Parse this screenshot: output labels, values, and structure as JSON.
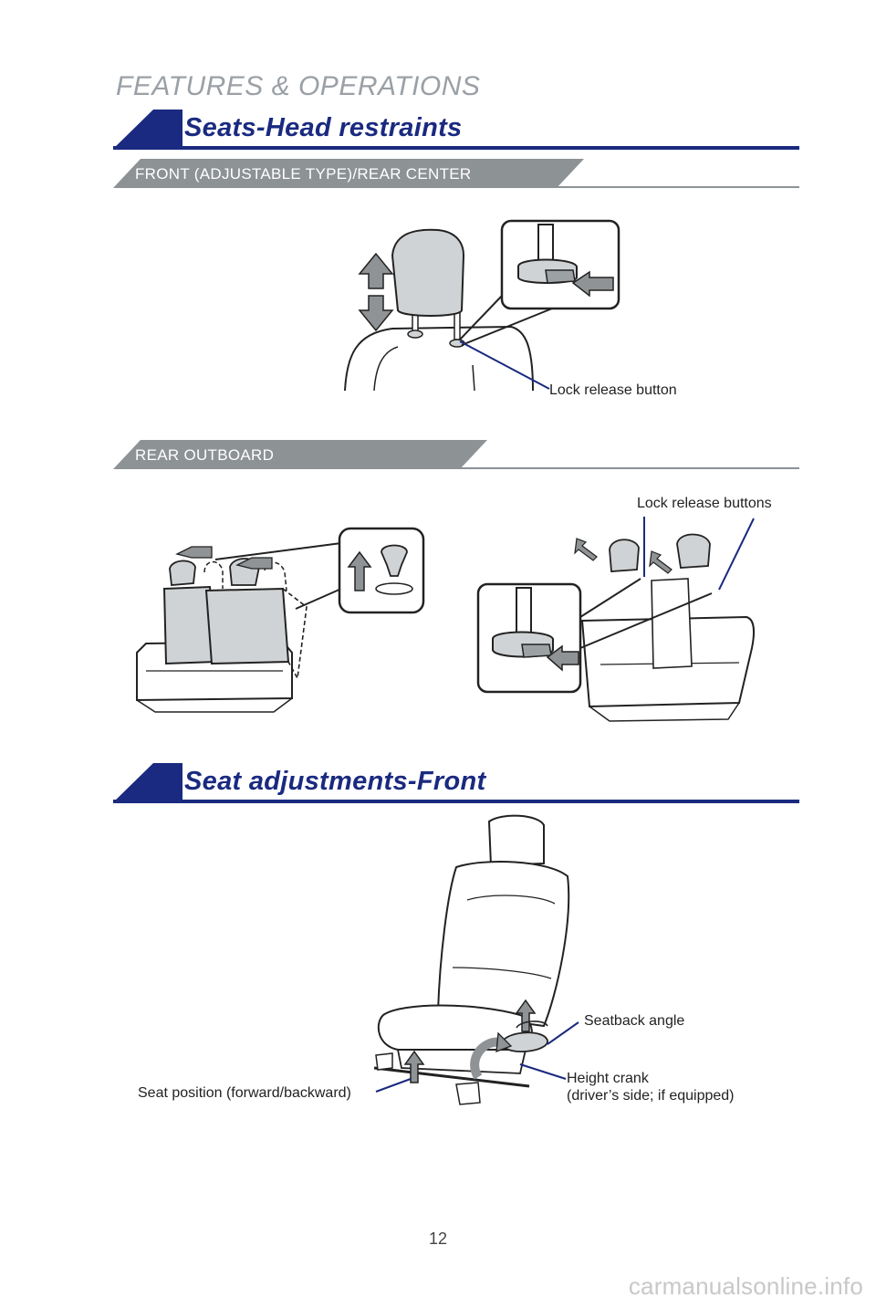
{
  "page": {
    "section_title": "FEATURES & OPERATIONS",
    "page_number": "12",
    "watermark": "carmanualsonline.info"
  },
  "head_restraints": {
    "title": "Seats-Head restraints",
    "front": {
      "subheading": "FRONT (ADJUSTABLE TYPE)/REAR CENTER",
      "callout": "Lock release button"
    },
    "rear": {
      "subheading": "REAR OUTBOARD",
      "callout": "Lock release buttons"
    }
  },
  "seat_adjustments": {
    "title": "Seat adjustments-Front",
    "callouts": {
      "seatback": "Seatback angle",
      "height_line1": "Height crank",
      "height_line2": "(driver’s side; if equipped)",
      "position": "Seat position (forward/backward)"
    }
  },
  "colors": {
    "accent": "#1a2a80",
    "subheading_bar": "#8d9295",
    "diagram_fill": "#d0d3d5",
    "arrow_fill": "#8f9395"
  }
}
